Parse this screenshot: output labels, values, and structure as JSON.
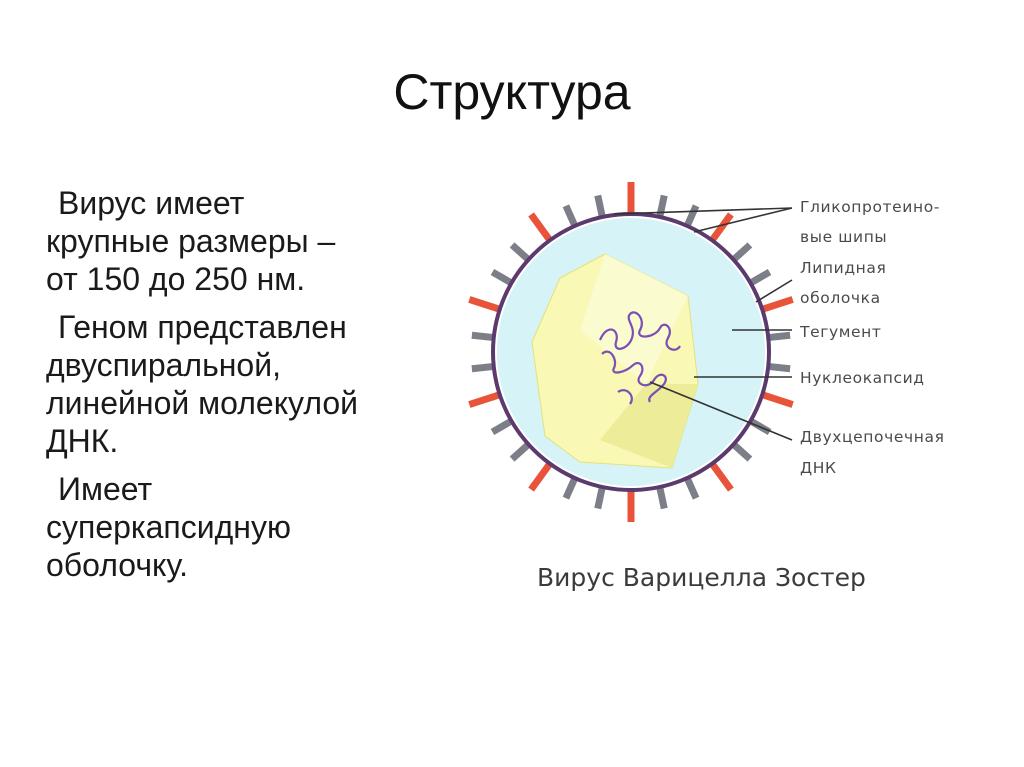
{
  "slide": {
    "title": "Структура"
  },
  "bullets": [
    {
      "lines": [
        "Вирус имеет",
        "крупные размеры –",
        "от 150 до 250 нм."
      ]
    },
    {
      "lines": [
        "Геном представлен",
        "двуспиральной,",
        "линейной молекулой",
        "ДНК."
      ]
    },
    {
      "lines": [
        "Имеет",
        "суперкапсидную",
        "оболочку."
      ]
    }
  ],
  "diagram": {
    "labels": {
      "glycoprotein_1": "Гликопротеино-",
      "glycoprotein_2": "вые шипы",
      "lipid_1": "Липидная",
      "lipid_2": "оболочка",
      "tegument": "Тегумент",
      "nucleocapsid": "Нуклеокапсид",
      "dna_1": "Двухцепочечная",
      "dna_2": "ДНК"
    },
    "caption": "Вирус Варицелла Зостер",
    "colors": {
      "membrane": "#5b3a6e",
      "tegument_fill": "#d6f3f7",
      "capsid_fill": "#f9f8b5",
      "capsid_face_light": "#fbfbd0",
      "capsid_face_dark": "#ecec99",
      "dna": "#7b4fb5",
      "spike_red": "#e8533a",
      "spike_gray": "#7d7f88",
      "leader": "#333333"
    }
  }
}
